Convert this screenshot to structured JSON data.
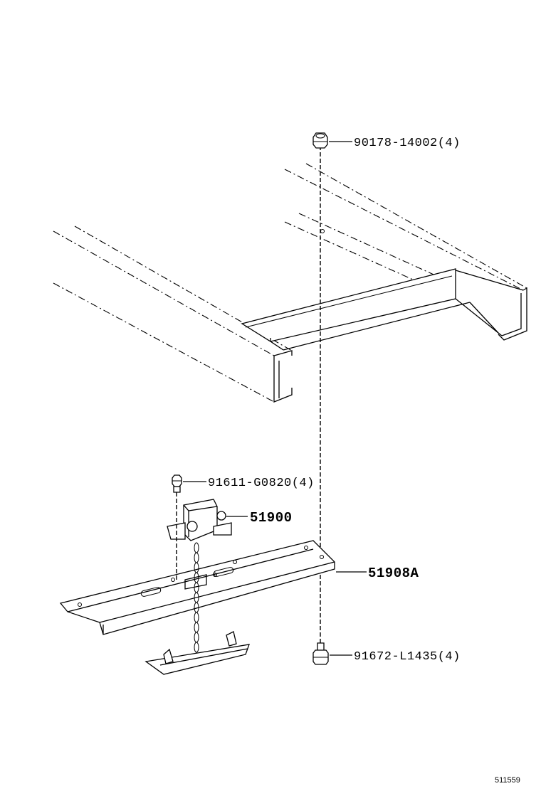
{
  "diagram": {
    "callouts": {
      "frame_nut": "90178-14002(4)",
      "hanger_bolt": "91611-G0820(4)",
      "carrier": "51900",
      "bracket": "51908A",
      "bracket_bolt": "91672-L1435(4)"
    },
    "figure_code": "511559"
  }
}
